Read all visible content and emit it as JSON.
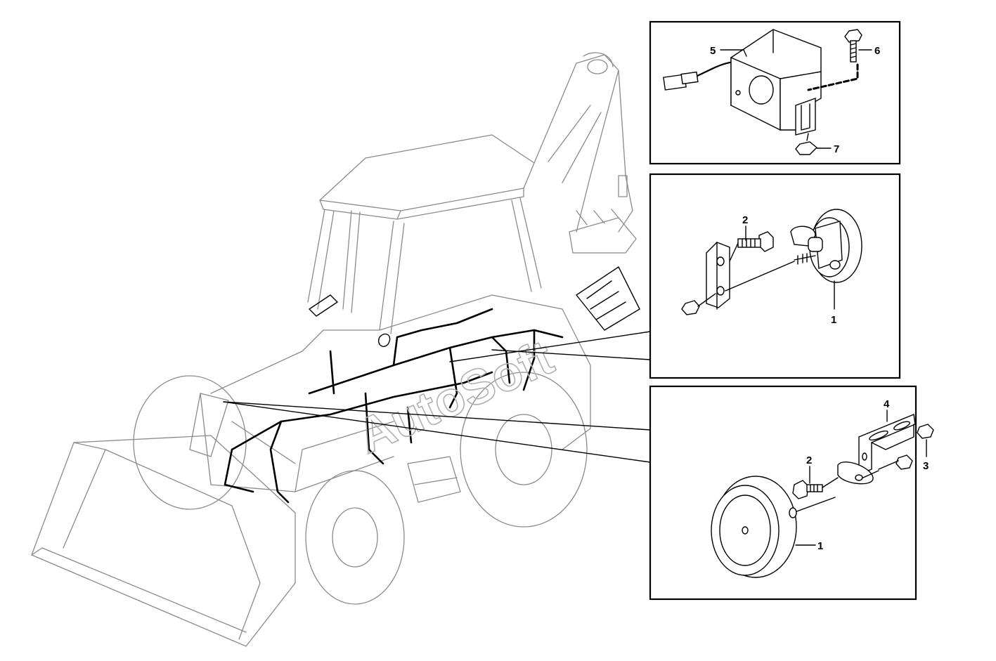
{
  "watermark": "AutoSoft",
  "callouts": {
    "top_box": {
      "housing": "5",
      "bolt": "6",
      "nut": "7"
    },
    "middle_box": {
      "bolt": "2",
      "horn": "1"
    },
    "bottom_box": {
      "bracket": "4",
      "bolt": "2",
      "nut": "3",
      "horn": "1"
    }
  }
}
